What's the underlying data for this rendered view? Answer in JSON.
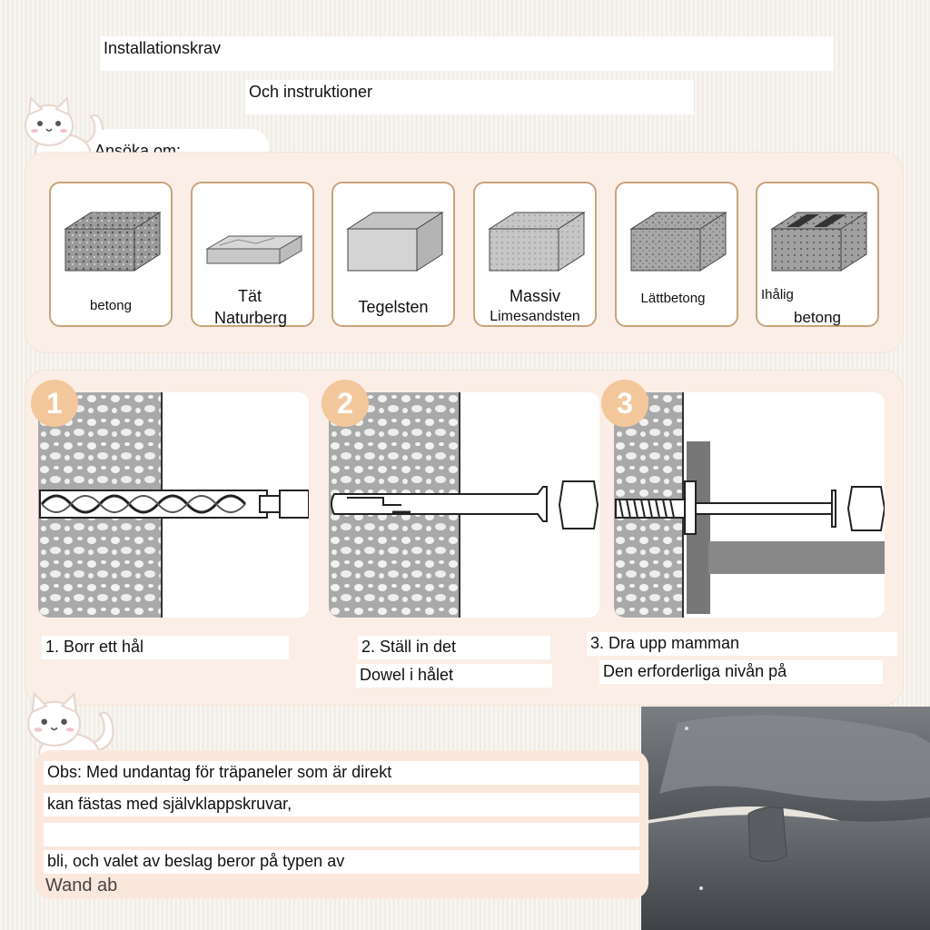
{
  "header": {
    "title": "Installationskrav",
    "subtitle": "Och instruktioner"
  },
  "apply_section": {
    "label": "Ansöka om:",
    "materials": [
      {
        "name_line1": "betong",
        "name_line2": ""
      },
      {
        "name_line1": "Tät",
        "name_line2": "Naturberg"
      },
      {
        "name_line1": "Tegelsten",
        "name_line2": ""
      },
      {
        "name_line1": "Massiv",
        "name_line2": "Limesandsten"
      },
      {
        "name_line1": "Lättbetong",
        "name_line2": ""
      },
      {
        "name_line1": "Ihålig",
        "name_line2": "betong"
      }
    ]
  },
  "steps": [
    {
      "number": "1",
      "caption_line1": "1. Borr ett hål",
      "caption_line2": ""
    },
    {
      "number": "2",
      "caption_line1": "2. Ställ in det",
      "caption_line2": "Dowel i hålet"
    },
    {
      "number": "3",
      "caption_line1": "3. Dra upp mamman",
      "caption_line2": "Den erforderliga nivån på"
    }
  ],
  "note": {
    "line1": "Obs: Med undantag för träpaneler som är direkt",
    "line2": "kan fästas med självklappskruvar,",
    "line3": "",
    "line4": "bli, och valet av beslag beror på typen av",
    "line5": "Wand ab"
  },
  "colors": {
    "accent": "#f3c79c",
    "card_border": "#c8a37d",
    "panel_bg": "#fbeee6",
    "plush": "#6b6f73"
  },
  "icons": [
    "cat-icon",
    "concrete-block-icon",
    "drill-bit-icon",
    "dowel-icon",
    "screw-icon"
  ]
}
